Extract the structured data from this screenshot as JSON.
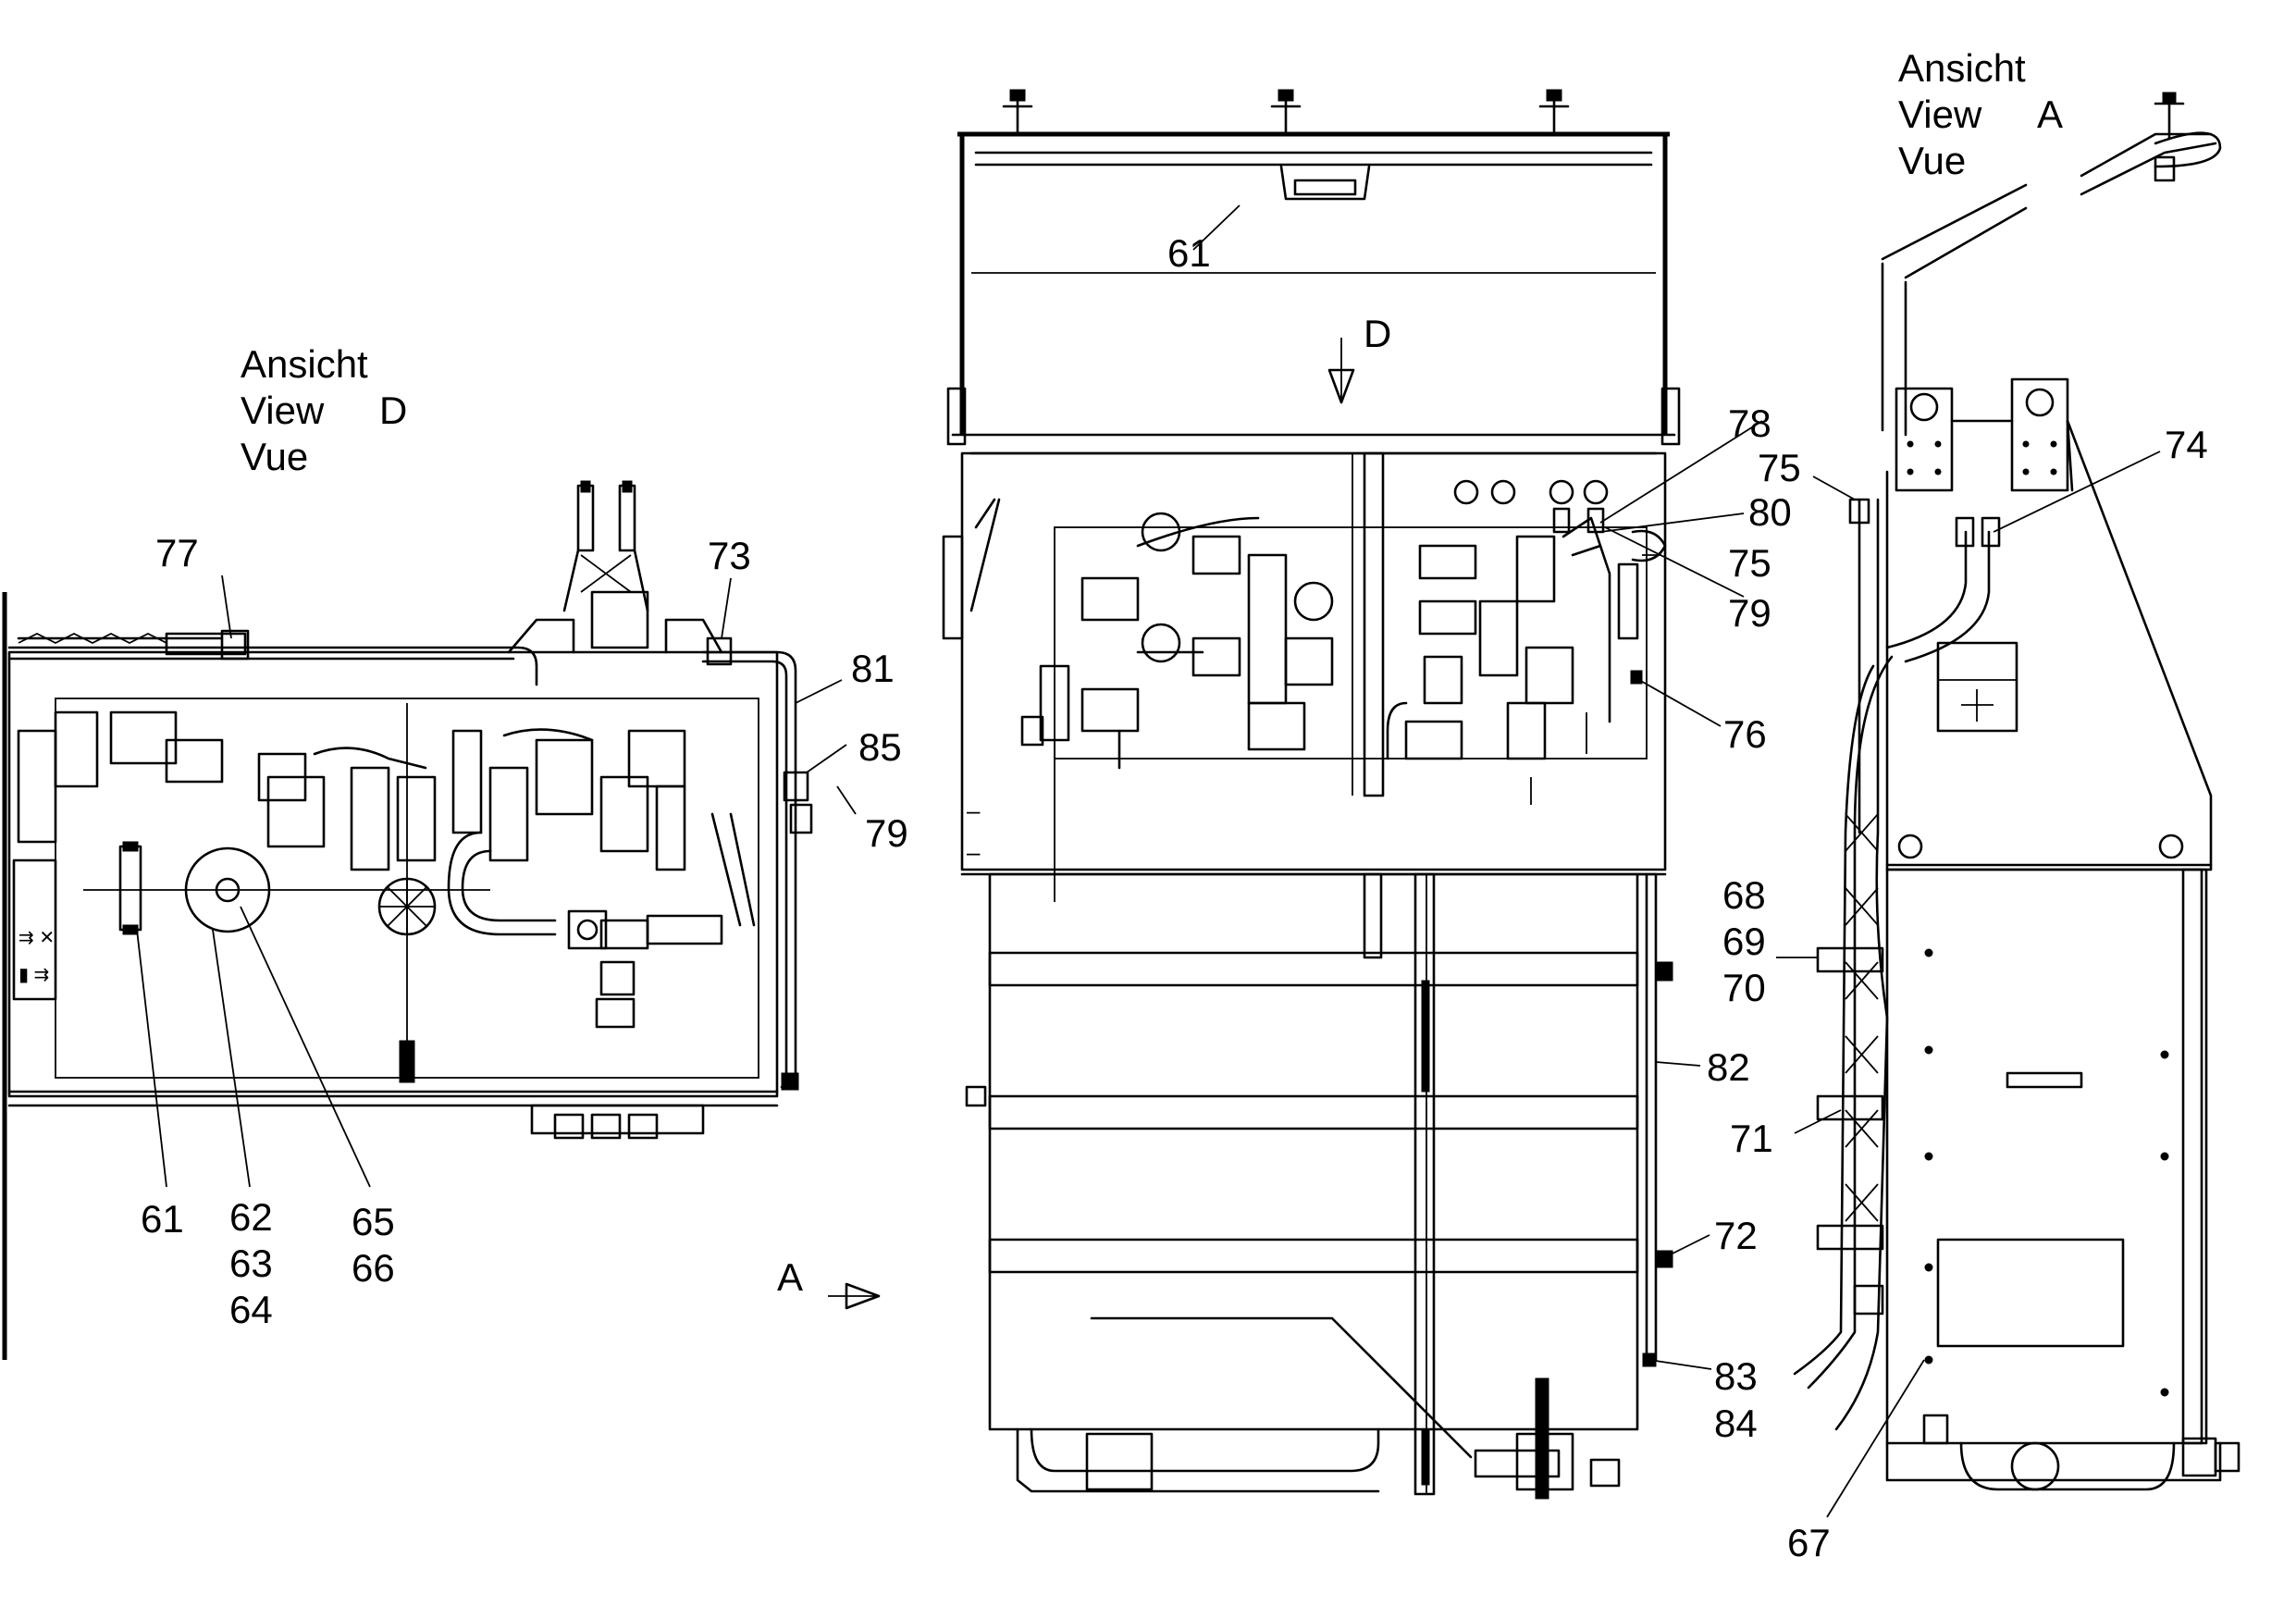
{
  "view_labels": {
    "view_d": [
      "Ansicht",
      "View",
      "D",
      "Vue"
    ],
    "view_a": [
      "Ansicht",
      "View",
      "A",
      "Vue"
    ],
    "arrow_d": "D",
    "arrow_a": "A"
  },
  "callouts": {
    "left": [
      "77",
      "73",
      "81",
      "85",
      "79",
      "61",
      "62",
      "63",
      "64",
      "65",
      "66"
    ],
    "center": [
      "61",
      "78",
      "80",
      "75",
      "79",
      "76",
      "68",
      "69",
      "70",
      "82",
      "71",
      "72",
      "83",
      "84"
    ],
    "right": [
      "74",
      "75",
      "67"
    ]
  }
}
